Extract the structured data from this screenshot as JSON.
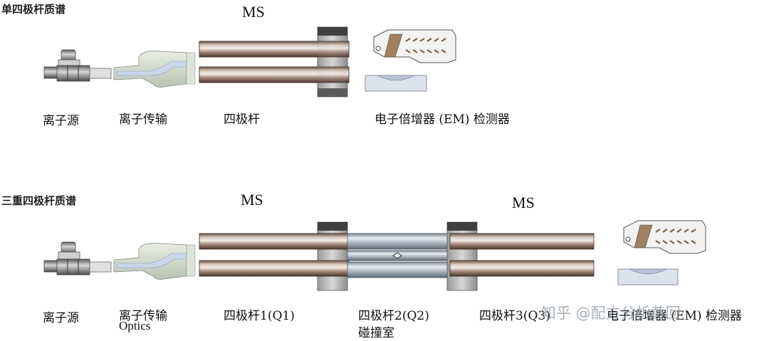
{
  "single": {
    "title": "单四极杆质谱",
    "ms": "MS",
    "labels": {
      "source": "离子源",
      "transfer": "离子传输",
      "quad": "四极杆",
      "detector": "电子倍增器 (EM) 检测器"
    }
  },
  "triple": {
    "title": "三重四极杆质谱",
    "ms1": "MS",
    "ms2": "MS",
    "labels": {
      "source": "离子源",
      "transfer": "离子传输",
      "optics": "Optics",
      "q1": "四极杆1(Q1)",
      "q2": "四极杆2(Q2)",
      "collision": "碰撞室",
      "q3": "四极杆3(Q3)",
      "detector": "电子倍增器 (EM) 检测器"
    }
  },
  "watermark": "知乎 @配方分析黄回"
}
